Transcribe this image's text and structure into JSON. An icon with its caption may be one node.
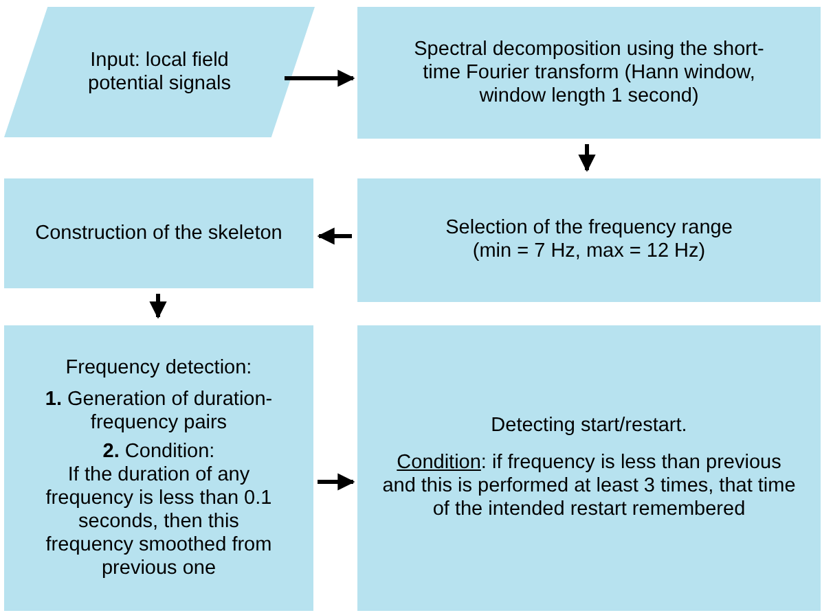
{
  "diagram": {
    "nodes": [
      {
        "text": [
          "Input: local field potential signals"
        ]
      },
      {
        "text": [
          "Spectral decomposition using the short-time Fourier transform (Hann window, window length 1 second)"
        ]
      },
      {
        "text": [
          "Selection of the frequency range (min = 7 Hz, max = 12 Hz)"
        ]
      },
      {
        "text": [
          "Construction of the skeleton"
        ]
      },
      {
        "text": [
          "Frequency detection:",
          "**1.** Generation of duration-frequency pairs",
          "**2.** Condition:",
          "If the duration of any frequency is less than 0.1 seconds, then this frequency smoothed from previous one"
        ]
      },
      {
        "text": [
          "Detecting start/restart.",
          "Condition: if frequency is less than previous and this is performed at least 3 times, that time of the intended restart remembered"
        ]
      }
    ],
    "edges": [
      {
        "from": 0,
        "to": 1,
        "arrow": "to"
      },
      {
        "from": 1,
        "to": 2,
        "arrow": "to"
      },
      {
        "from": 2,
        "to": 3,
        "arrow": "to"
      },
      {
        "from": 3,
        "to": 4,
        "arrow": "to"
      },
      {
        "from": 4,
        "to": 5,
        "arrow": "to"
      }
    ]
  }
}
